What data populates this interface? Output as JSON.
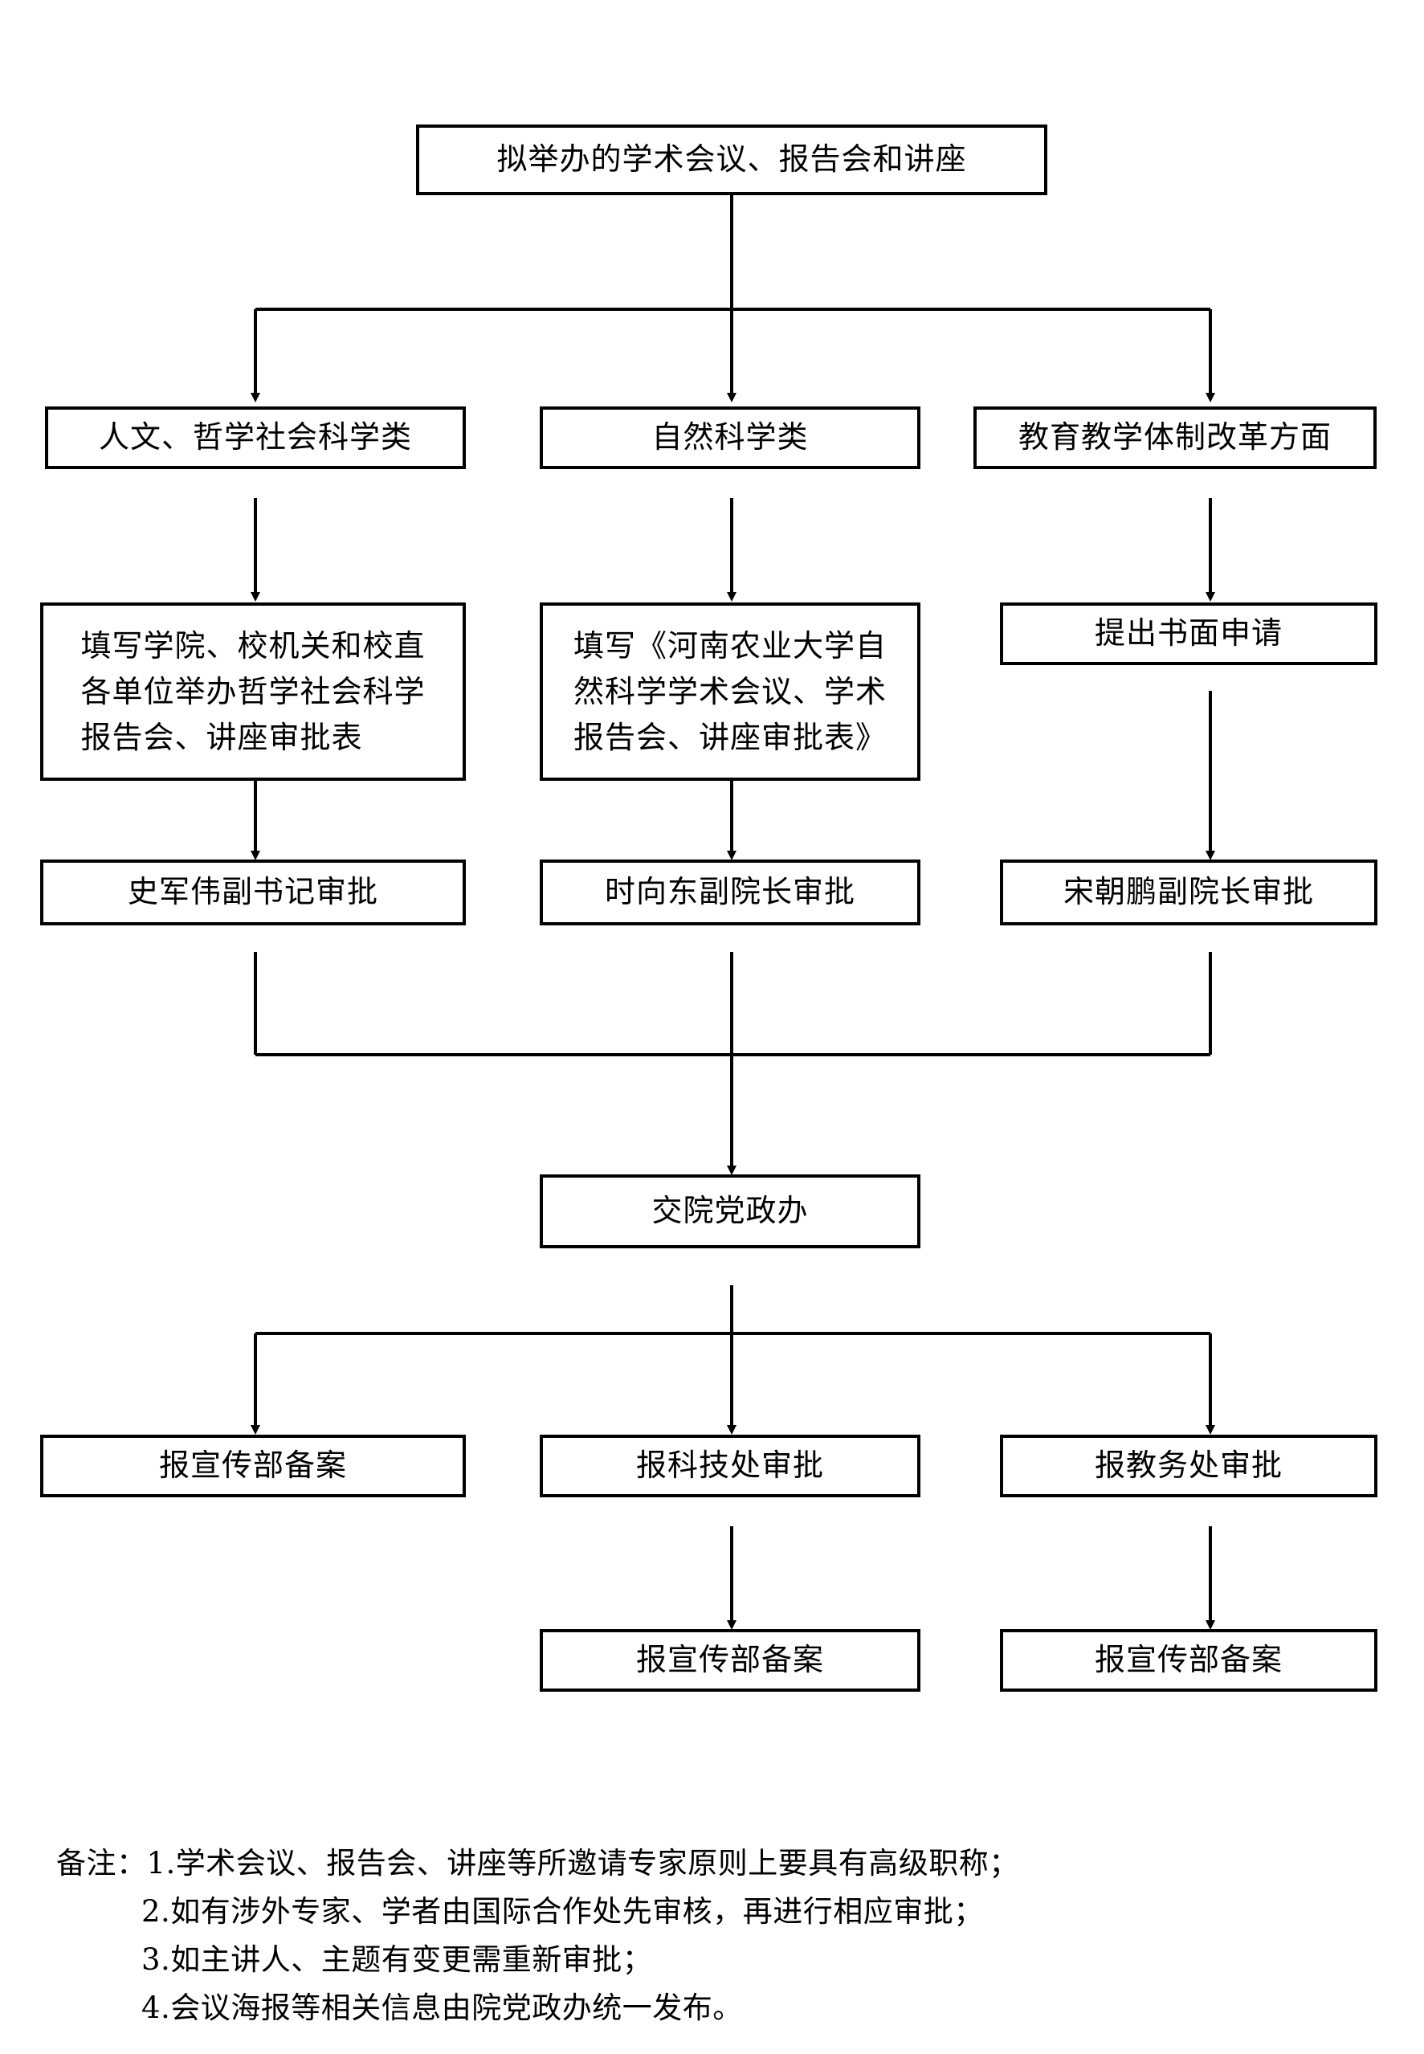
{
  "document": {
    "type": "flowchart",
    "title_node": "拟举办的学术会议、报告会和讲座",
    "orientation": "top-down",
    "line_color": "#000000",
    "background_color": "#ffffff"
  },
  "nodes": {
    "start": {
      "id": "n0",
      "label": "拟举办的学术会议、报告会和讲座"
    },
    "branch_row": [
      {
        "id": "n1a",
        "label": "人文、哲学社会科学类"
      },
      {
        "id": "n1b",
        "label": "自然科学类"
      },
      {
        "id": "n1c",
        "label": "教育教学体制改革方面"
      }
    ],
    "form_row": [
      {
        "id": "n2a",
        "label": "填写学院、校机关和校直\n各单位举办哲学社会科学\n报告会、讲座审批表",
        "multiline": true
      },
      {
        "id": "n2b",
        "label": "填写《河南农业大学自\n然科学学术会议、学术\n报告会、讲座审批表》",
        "multiline": true
      },
      {
        "id": "n2c",
        "label": "提出书面申请",
        "multiline": false
      }
    ],
    "approval_row": [
      {
        "id": "n3a",
        "label": "史军伟副书记审批"
      },
      {
        "id": "n3b",
        "label": "时向东副院长审批"
      },
      {
        "id": "n3c",
        "label": "宋朝鹏副院长审批"
      }
    ],
    "merge": {
      "id": "n4",
      "label": "交院党政办"
    },
    "dispatch_row": [
      {
        "id": "n5a",
        "label": "报宣传部备案"
      },
      {
        "id": "n5b",
        "label": "报科技处审批"
      },
      {
        "id": "n5c",
        "label": "报教务处审批"
      }
    ],
    "final_row": [
      {
        "id": "n6b",
        "label": "报宣传部备案"
      },
      {
        "id": "n6c",
        "label": "报宣传部备案"
      }
    ]
  },
  "notes": {
    "lines": [
      "备注：1.学术会议、报告会、讲座等所邀请专家原则上要具有高级职称；",
      "2.如有涉外专家、学者由国际合作处先审核，再进行相应审批；",
      "3.如主讲人、主题有变更需重新审批；",
      "4.会议海报等相关信息由院党政办统一发布。"
    ]
  }
}
